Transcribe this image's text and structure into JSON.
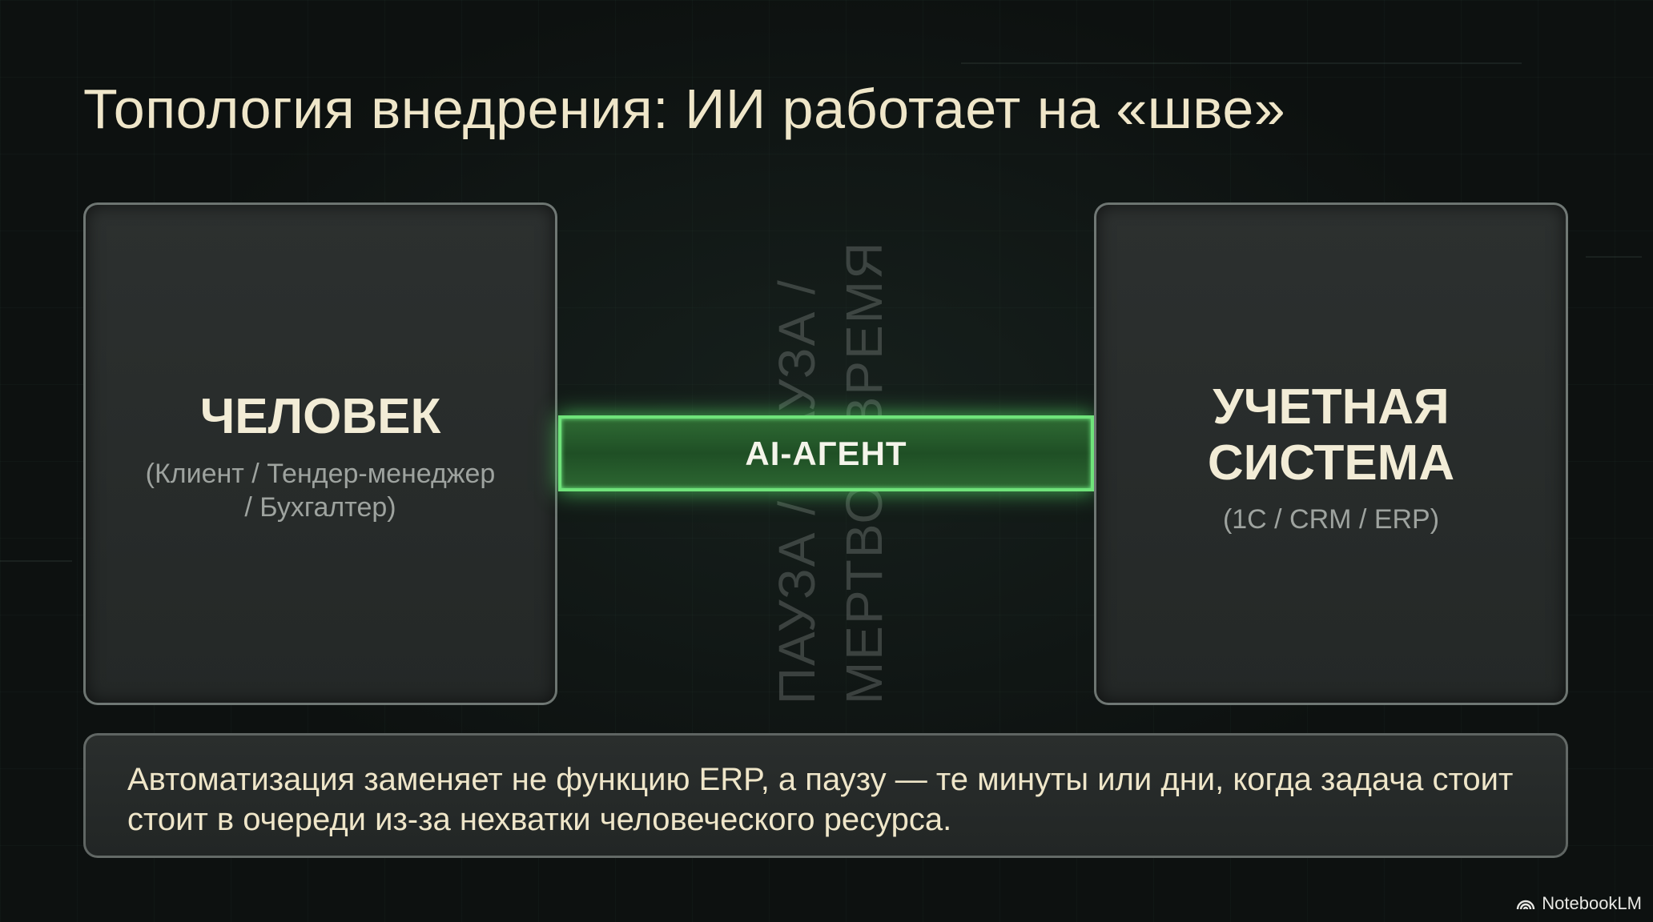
{
  "title": "Топология внедрения: ИИ работает на «шве»",
  "left_card": {
    "heading": "ЧЕЛОВЕК",
    "sub_line1": "(Клиент / Тендер-менеджер",
    "sub_line2": "/ Бухгалтер)"
  },
  "right_card": {
    "heading_line1": "УЧЕТНАЯ",
    "heading_line2": "СИСТЕМА",
    "sub": "(1С / CRM / ERP)"
  },
  "connector": {
    "label": "AI-АГЕНТ",
    "vertical_text_1": "ПАУЗА / ПАУЗА /",
    "vertical_text_2": "МЕРТВОЕ ВРЕМЯ",
    "accent_color": "#6fe37a"
  },
  "note": {
    "text": "Автоматизация заменяет не функцию ERP, а паузу — те минуты или дни, когда задача стоит стоит в очереди из-за нехватки человеческого ресурса."
  },
  "brand": {
    "icon": "notebooklm-logo-icon",
    "label": "NotebookLM"
  }
}
